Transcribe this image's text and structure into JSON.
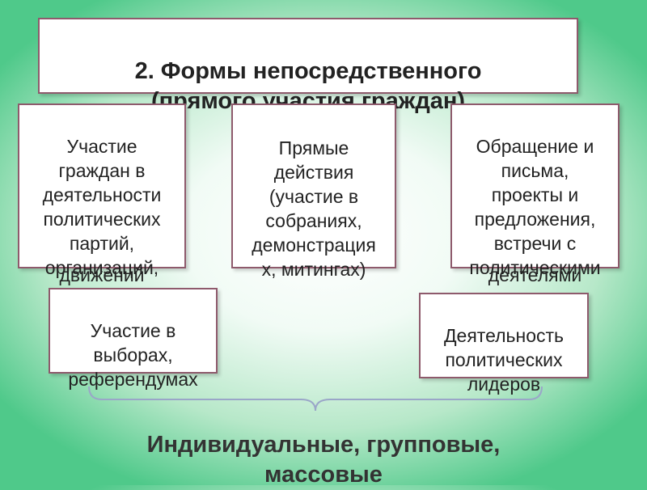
{
  "header": {
    "title": "2. Формы непосредственного\n(прямого участия граждан)"
  },
  "boxes": {
    "party_participation": {
      "text": "Участие\nграждан в\nдеятельности\nполитических\nпартий,\nорганизаций,",
      "overflow": "движений"
    },
    "direct_actions": {
      "text": "Прямые\nдействия\n(участие в\nсобраниях,\nдемонстрация\nх, митингах)"
    },
    "appeals": {
      "text": "Обращение и\nписьма,\nпроекты и\nпредложения,\nвстречи с\nполитическими",
      "overflow": "деятелями"
    },
    "elections": {
      "text": "Участие в\nвыборах,\nреферендумах"
    },
    "leaders": {
      "text": "Деятельность\nполитических\nлидеров"
    }
  },
  "footer": {
    "text": "Индивидуальные, групповые,\nмассовые"
  },
  "colors": {
    "box_border": "#8e5a6c",
    "brace": "#9aa6c8",
    "background_edge": "#4fc98a"
  }
}
